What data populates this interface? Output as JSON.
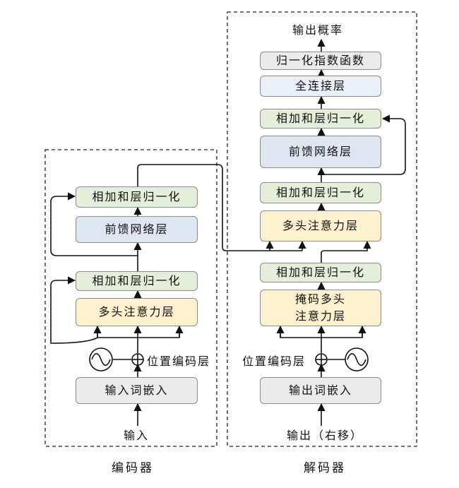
{
  "encoder": {
    "caption": "编码器",
    "input": "输入",
    "embedding": "输入词嵌入",
    "positional": "位置编码层",
    "attention": "多头注意力层",
    "add_norm_1": "相加和层归一化",
    "feed_forward": "前馈网络层",
    "add_norm_2": "相加和层归一化"
  },
  "decoder": {
    "caption": "解码器",
    "input": "输出（右移）",
    "embedding": "输出词嵌入",
    "positional": "位置编码层",
    "masked_attention": [
      "掩码多头",
      "注意力层"
    ],
    "add_norm_1": "相加和层归一化",
    "cross_attention": "多头注意力层",
    "add_norm_2": "相加和层归一化",
    "feed_forward": "前馈网络层",
    "add_norm_3": "相加和层归一化",
    "linear": "全连接层",
    "softmax": "归一化指数函数",
    "output": "输出概率"
  },
  "colors": {
    "add_norm": "#e3efd9",
    "feed_forward": "#dde6f1",
    "linear": "#e9f0f8",
    "attention": "#fdf1cf",
    "embedding": "#ebebeb",
    "softmax": "#ebebeb"
  }
}
